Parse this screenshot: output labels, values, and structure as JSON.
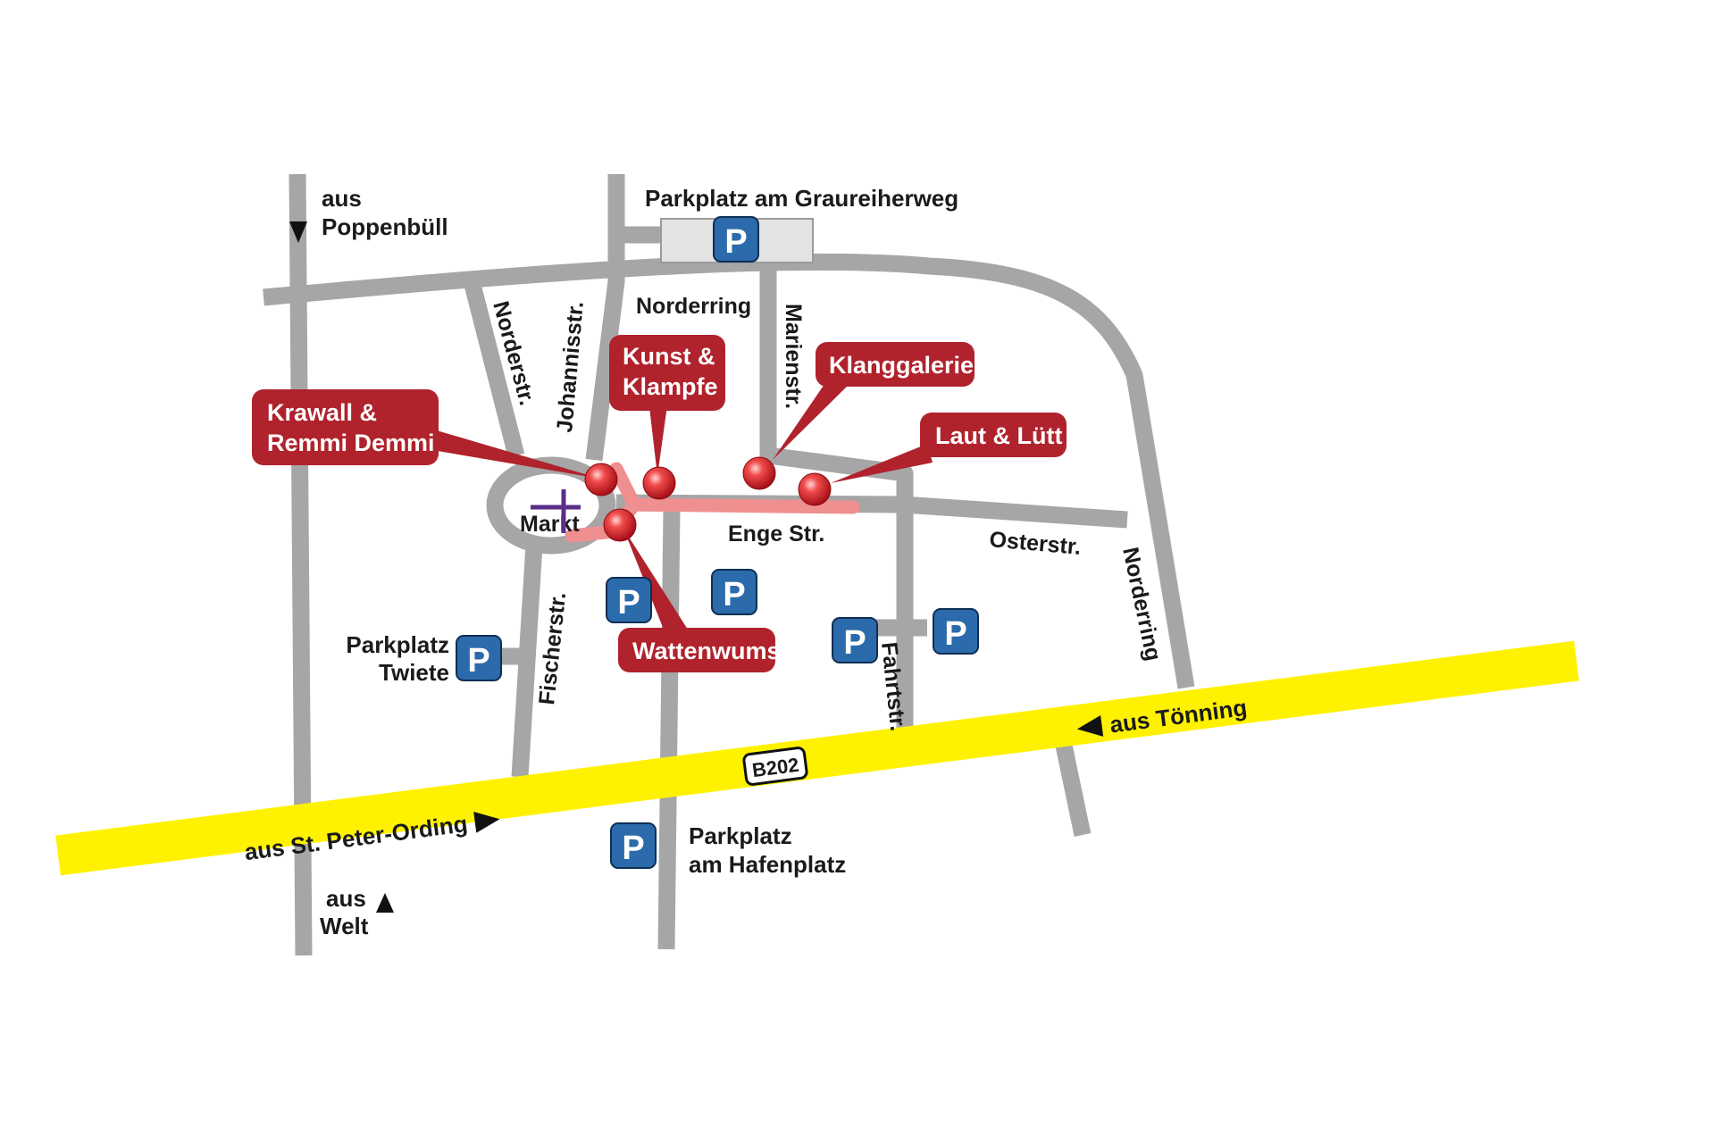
{
  "map": {
    "roads": {
      "norderring_north": "Norderring",
      "norderring_east": "Norderring",
      "norderstr": "Norderstr.",
      "johannisstr": "Johannisstr.",
      "marienstr": "Marienstr.",
      "enge_str": "Enge Str.",
      "osterstr": "Osterstr.",
      "fischerstr": "Fischerstr.",
      "fahrtstr": "Fahrtstr.",
      "markt": "Markt"
    },
    "highway": {
      "badge": "B202",
      "from_west": "aus St. Peter-Ording",
      "from_east": "aus Tönning"
    },
    "directions": {
      "north_line1": "aus",
      "north_line2": "Poppenbüll",
      "south_line1": "aus",
      "south_line2": "Welt"
    },
    "parking": {
      "symbol": "P",
      "graureiherweg": "Parkplatz am Graureiherweg",
      "twiete_line1": "Parkplatz",
      "twiete_line2": "Twiete",
      "hafenplatz_line1": "Parkplatz",
      "hafenplatz_line2": "am Hafenplatz"
    },
    "venues": [
      {
        "line1": "Krawall &",
        "line2": "Remmi Demmi"
      },
      {
        "line1": "Kunst &",
        "line2": "Klampfe"
      },
      {
        "line1": "Klanggalerie",
        "line2": ""
      },
      {
        "line1": "Laut & Lütt",
        "line2": ""
      },
      {
        "line1": "Wattenwums",
        "line2": ""
      }
    ],
    "colors": {
      "road": "#a6a6a6",
      "highway": "#fff200",
      "venue": "#b0222c",
      "route": "#ef8f8f",
      "parking": "#2b6bab",
      "church_cross": "#5b2d8a"
    }
  }
}
